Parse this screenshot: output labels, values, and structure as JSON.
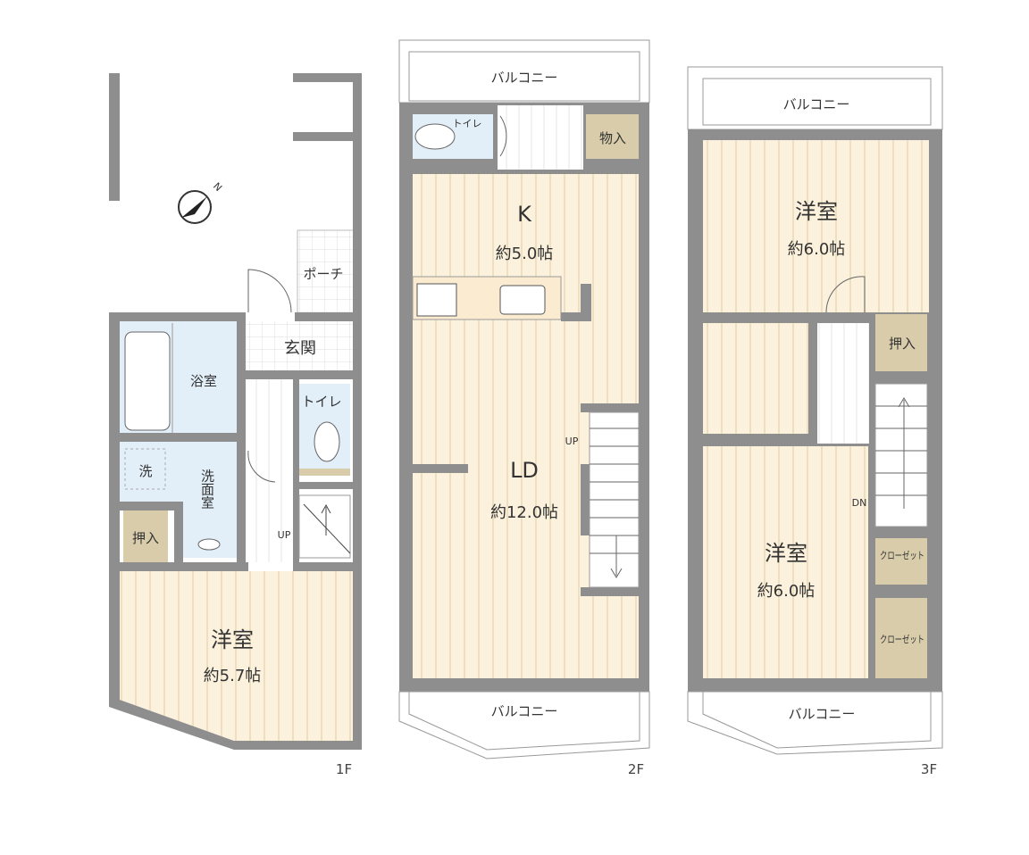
{
  "floors": {
    "f1": {
      "label": "1F",
      "porch": "ポーチ",
      "entrance": "玄関",
      "bathroom": "浴室",
      "toilet": "トイレ",
      "washer": "洗",
      "washroom": "洗面室",
      "closet": "押入",
      "stairs_label": "UP",
      "room": {
        "name": "洋室",
        "size": "約5.7帖"
      }
    },
    "f2": {
      "label": "2F",
      "balcony_top": "バルコニー",
      "balcony_bottom": "バルコニー",
      "toilet": "トイレ",
      "storage": "物入",
      "kitchen": {
        "name": "K",
        "size": "約5.0帖"
      },
      "living": {
        "name": "LD",
        "size": "約12.0帖"
      },
      "stairs_label": "UP"
    },
    "f3": {
      "label": "3F",
      "balcony_top": "バルコニー",
      "balcony_bottom": "バルコニー",
      "room_top": {
        "name": "洋室",
        "size": "約6.0帖"
      },
      "room_bottom": {
        "name": "洋室",
        "size": "約6.0帖"
      },
      "closet": "押入",
      "wardrobe1": "クローゼット",
      "wardrobe2": "クローゼット",
      "stairs_label": "DN"
    }
  },
  "compass": "N",
  "colors": {
    "wall": "#8e8e8e",
    "room": "#fbf1dc",
    "wet": "#e2eff9",
    "closet": "#d8ccaa"
  }
}
